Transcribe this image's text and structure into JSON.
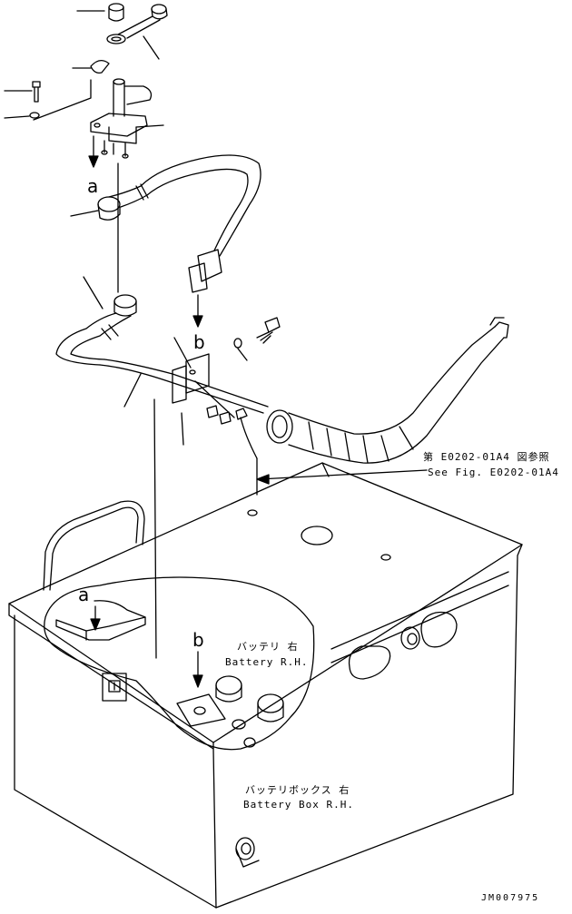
{
  "callouts": {
    "a_top": "a",
    "b_top": "b",
    "a_detail": "a",
    "b_detail": "b"
  },
  "reference": {
    "jp": "第 E0202-01A4 図参照",
    "en": "See Fig. E0202-01A4"
  },
  "battery": {
    "jp": "バッテリ 右",
    "en": "Battery R.H."
  },
  "battery_box": {
    "jp": "バッテリボックス 右",
    "en": "Battery Box R.H."
  },
  "drawing_number": "JM007975"
}
